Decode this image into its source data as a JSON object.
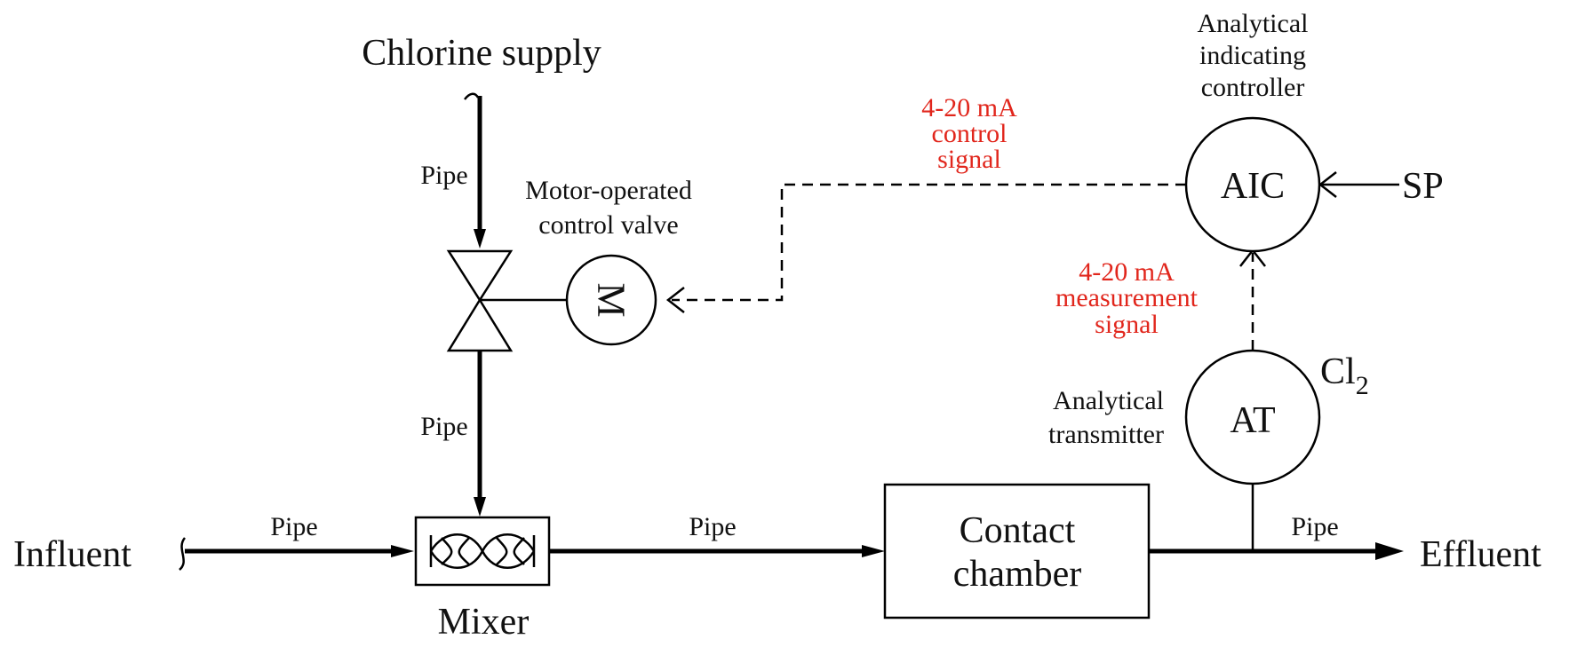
{
  "labels": {
    "chlorine_supply": "Chlorine supply",
    "influent": "Influent",
    "effluent": "Effluent",
    "mixer": "Mixer",
    "pipe": "Pipe",
    "motor_valve": [
      "Motor-operated",
      "control valve"
    ],
    "motor": "M",
    "controller_title": [
      "Analytical",
      "indicating",
      "controller"
    ],
    "controller_tag": "AIC",
    "setpoint": "SP",
    "control_signal": [
      "4-20 mA",
      "control",
      "signal"
    ],
    "measurement_signal": [
      "4-20 mA",
      "measurement",
      "signal"
    ],
    "transmitter_title": [
      "Analytical",
      "transmitter"
    ],
    "transmitter_tag": "AT",
    "chlorine_formula": "Cl",
    "chlorine_subscript": "2",
    "chamber": [
      "Contact",
      "chamber"
    ]
  },
  "colors": {
    "signal_text": "#e1261c",
    "line": "#000000"
  }
}
